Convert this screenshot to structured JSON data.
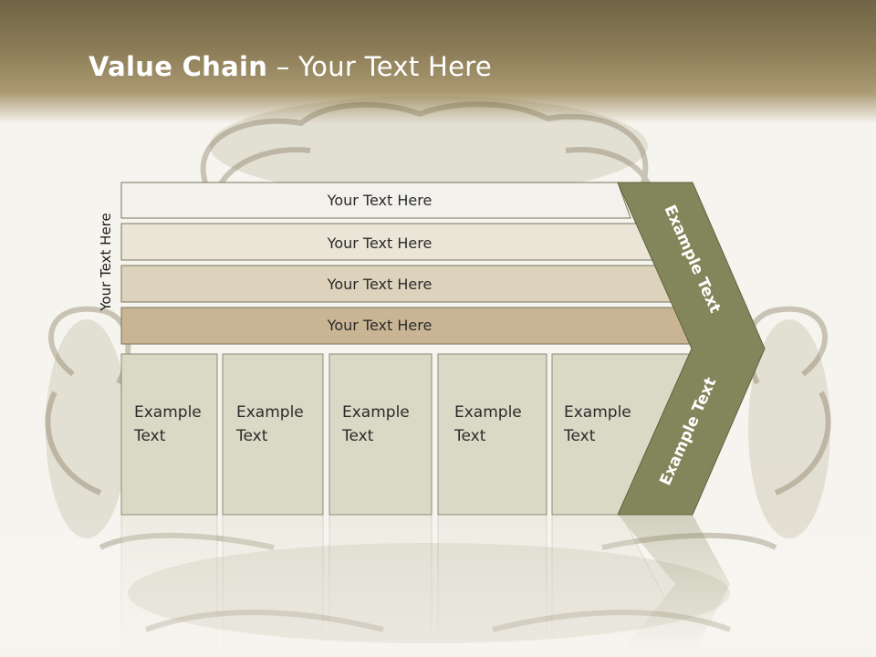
{
  "title": {
    "bold": "Value Chain",
    "separator": " – ",
    "rest": "Your Text Here"
  },
  "side_label": "Your Text Here",
  "bars": [
    {
      "label": "Your Text Here",
      "fill": "#f3f1ec"
    },
    {
      "label": "Your Text Here",
      "fill": "#ebe5d7"
    },
    {
      "label": "Your Text Here",
      "fill": "#ddd2bb"
    },
    {
      "label": "Your Text Here",
      "fill": "#c9b594"
    }
  ],
  "columns": [
    {
      "line1": "Example",
      "line2": "Text"
    },
    {
      "line1": "Example",
      "line2": "Text"
    },
    {
      "line1": "Example",
      "line2": "Text"
    },
    {
      "line1": "Example",
      "line2": "Text"
    },
    {
      "line1": "Example",
      "line2": "Text"
    }
  ],
  "chevron": {
    "upper_text": "Example Text",
    "lower_text": "Example Text",
    "fill": "#83865a"
  },
  "colors": {
    "column_fill": "#d9d9c6",
    "column_stroke": "#8a8a74",
    "bar_stroke": "#7a735c"
  }
}
